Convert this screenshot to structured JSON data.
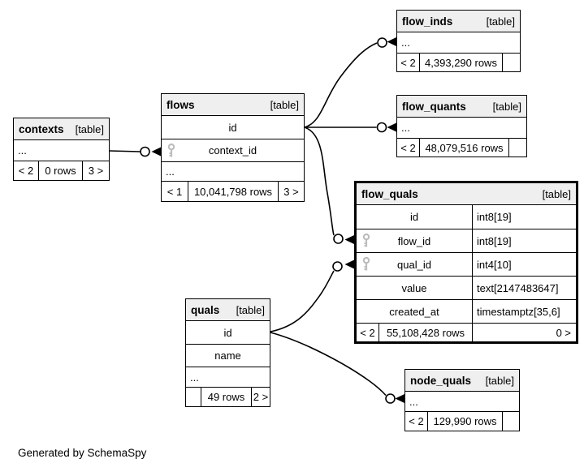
{
  "note": "Generated by SchemaSpy",
  "colors": {
    "header_bg": "#efefef",
    "border": "#000000",
    "key_icon": "#bdbdbd",
    "background": "#ffffff",
    "text": "#000000"
  },
  "tables": {
    "flow_inds": {
      "name": "flow_inds",
      "tag": "[table]",
      "rows": [
        {
          "name": "..."
        }
      ],
      "footer": {
        "prev": "< 2",
        "rows": "4,393,290 rows",
        "next": ""
      }
    },
    "flow_quants": {
      "name": "flow_quants",
      "tag": "[table]",
      "rows": [
        {
          "name": "..."
        }
      ],
      "footer": {
        "prev": "< 2",
        "rows": "48,079,516 rows",
        "next": ""
      }
    },
    "flows": {
      "name": "flows",
      "tag": "[table]",
      "rows": [
        {
          "name": "id",
          "key": false
        },
        {
          "name": "context_id",
          "key": true
        },
        {
          "name": "..."
        }
      ],
      "footer": {
        "prev": "< 1",
        "rows": "10,041,798 rows",
        "next": "3 >"
      }
    },
    "contexts": {
      "name": "contexts",
      "tag": "[table]",
      "rows": [
        {
          "name": "..."
        }
      ],
      "footer": {
        "prev": "< 2",
        "rows": "0 rows",
        "next": "3 >"
      }
    },
    "flow_quals": {
      "name": "flow_quals",
      "tag": "[table]",
      "rows": [
        {
          "name": "id",
          "type": "int8[19]",
          "key": false
        },
        {
          "name": "flow_id",
          "type": "int8[19]",
          "key": true
        },
        {
          "name": "qual_id",
          "type": "int4[10]",
          "key": true
        },
        {
          "name": "value",
          "type": "text[2147483647]",
          "key": false
        },
        {
          "name": "created_at",
          "type": "timestamptz[35,6]",
          "key": false
        }
      ],
      "footer": {
        "prev": "< 2",
        "rows": "55,108,428 rows",
        "next": "0 >"
      }
    },
    "quals": {
      "name": "quals",
      "tag": "[table]",
      "rows": [
        {
          "name": "id"
        },
        {
          "name": "name"
        },
        {
          "name": "..."
        }
      ],
      "footer": {
        "prev": "",
        "rows": "49 rows",
        "next": "2 >"
      }
    },
    "node_quals": {
      "name": "node_quals",
      "tag": "[table]",
      "rows": [
        {
          "name": "..."
        }
      ],
      "footer": {
        "prev": "< 2",
        "rows": "129,990 rows",
        "next": ""
      }
    }
  },
  "relationships": [
    {
      "child": "flows.context_id",
      "parent": "contexts"
    },
    {
      "child": "flow_inds",
      "parent": "flows.id"
    },
    {
      "child": "flow_quants",
      "parent": "flows.id"
    },
    {
      "child": "flow_quals.flow_id",
      "parent": "flows.id"
    },
    {
      "child": "flow_quals.qual_id",
      "parent": "quals.id"
    },
    {
      "child": "node_quals",
      "parent": "quals.id"
    }
  ]
}
